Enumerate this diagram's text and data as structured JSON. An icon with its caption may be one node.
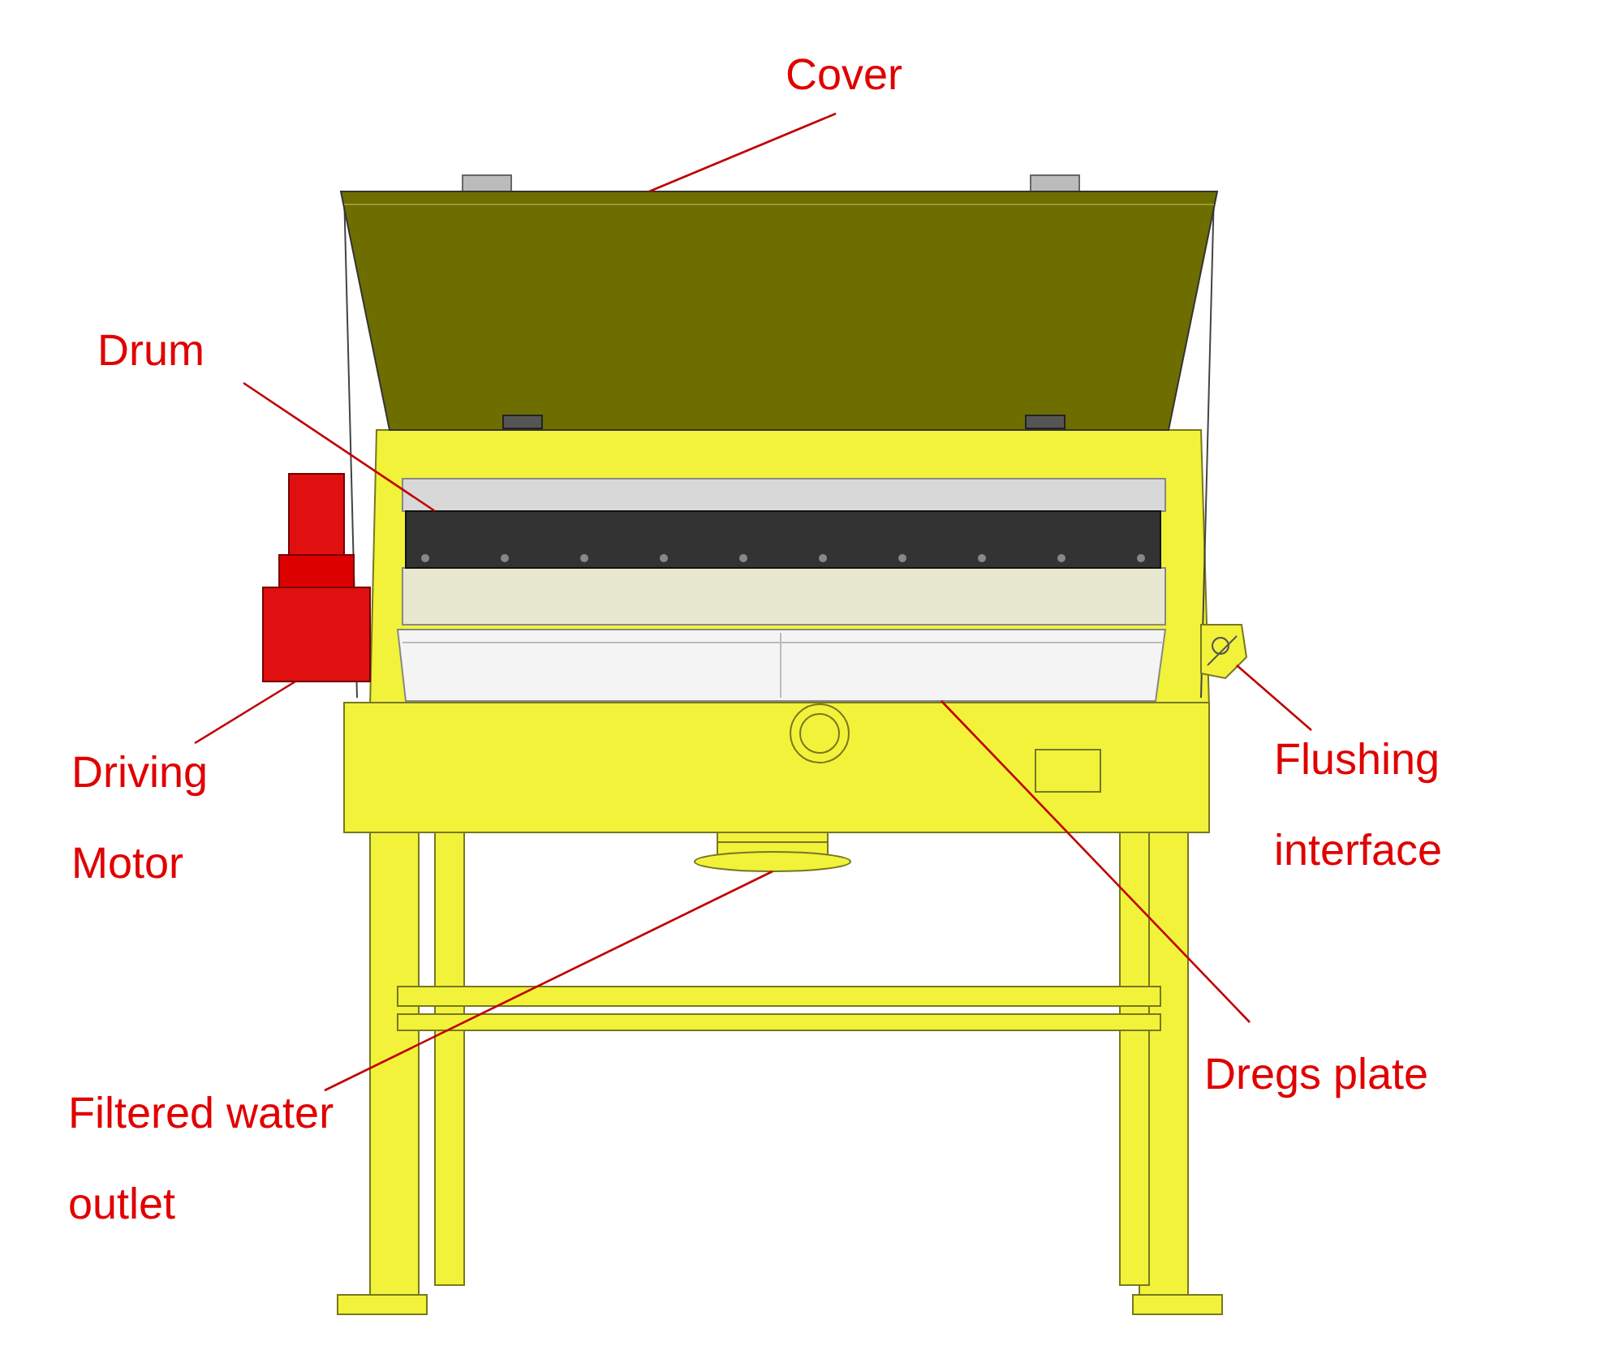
{
  "diagram": {
    "nodes": [
      {
        "text": [
          "Cover"
        ]
      },
      {
        "text": [],
        "shape": "picture"
      },
      {
        "text": [
          "Drum"
        ]
      },
      {
        "text": [],
        "shape": "picture"
      },
      {
        "text": [
          "Driving Motor"
        ]
      },
      {
        "text": [],
        "shape": "picture"
      },
      {
        "text": [
          "Flushing interface"
        ]
      },
      {
        "text": [],
        "shape": "picture"
      },
      {
        "text": [
          "Dregs plate"
        ]
      },
      {
        "text": [],
        "shape": "picture"
      },
      {
        "text": [
          "Filtered water outlet"
        ]
      },
      {
        "text": [],
        "shape": "picture"
      }
    ],
    "edges": [
      {
        "from": 0,
        "to": 1,
        "arrow": "none"
      },
      {
        "from": 2,
        "to": 3,
        "arrow": "none"
      },
      {
        "from": 4,
        "to": 5,
        "arrow": "none"
      },
      {
        "from": 6,
        "to": 7,
        "arrow": "none"
      },
      {
        "from": 8,
        "to": 9,
        "arrow": "none"
      },
      {
        "from": 10,
        "to": 11,
        "arrow": "none"
      }
    ]
  }
}
